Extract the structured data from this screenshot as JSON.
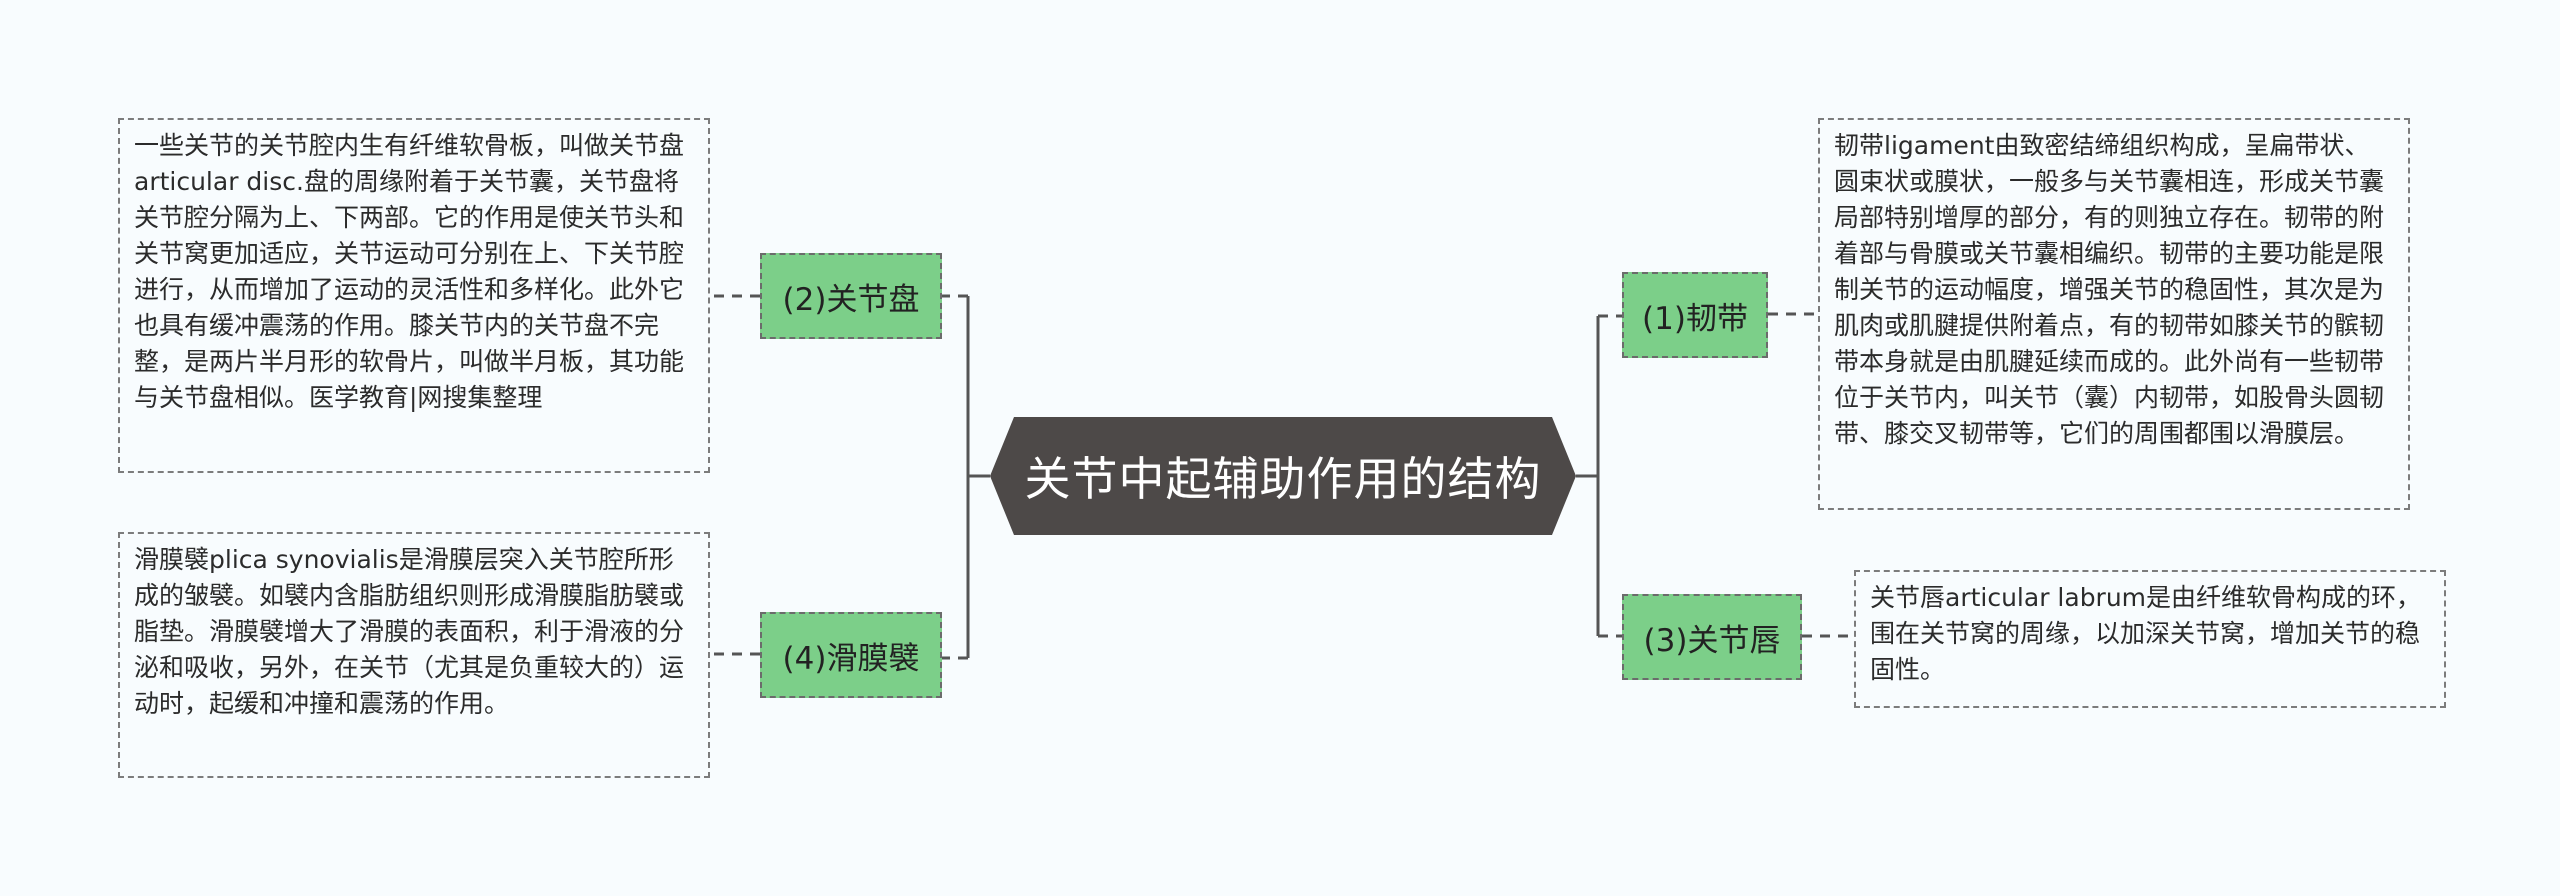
{
  "central": {
    "title": "关节中起辅助作用的结构"
  },
  "branches": {
    "disc": {
      "label": "(2)关节盘",
      "text": "一些关节的关节腔内生有纤维软骨板，叫做关节盘articular disc.盘的周缘附着于关节囊，关节盘将关节腔分隔为上、下两部。它的作用是使关节头和关节窝更加适应，关节运动可分别在上、下关节腔进行，从而增加了运动的灵活性和多样化。此外它也具有缓冲震荡的作用。膝关节内的关节盘不完整，是两片半月形的软骨片，叫做半月板，其功能与关节盘相似。医学教育|网搜集整理"
    },
    "plica": {
      "label": "(4)滑膜襞",
      "text": "滑膜襞plica synovialis是滑膜层突入关节腔所形成的皱襞。如襞内含脂肪组织则形成滑膜脂肪襞或脂垫。滑膜襞增大了滑膜的表面积，利于滑液的分泌和吸收，另外，在关节（尤其是负重较大的）运动时，起缓和冲撞和震荡的作用。"
    },
    "ligament": {
      "label": "(1)韧带",
      "text": "韧带ligament由致密结缔组织构成，呈扁带状、圆束状或膜状，一般多与关节囊相连，形成关节囊局部特别增厚的部分，有的则独立存在。韧带的附着部与骨膜或关节囊相编织。韧带的主要功能是限制关节的运动幅度，增强关节的稳固性，其次是为肌肉或肌腱提供附着点，有的韧带如膝关节的髌韧带本身就是由肌腱延续而成的。此外尚有一些韧带位于关节内，叫关节（囊）内韧带，如股骨头圆韧带、膝交叉韧带等，它们的周围都围以滑膜层。"
    },
    "labrum": {
      "label": "(3)关节唇",
      "text": "关节唇articular labrum是由纤维软骨构成的环，围在关节窝的周缘，以加深关节窝，增加关节的稳固性。"
    }
  },
  "colors": {
    "background": "#f8fcfe",
    "central_fill": "#4d4948",
    "branch_fill": "#7ccf89",
    "line": "#555555"
  }
}
